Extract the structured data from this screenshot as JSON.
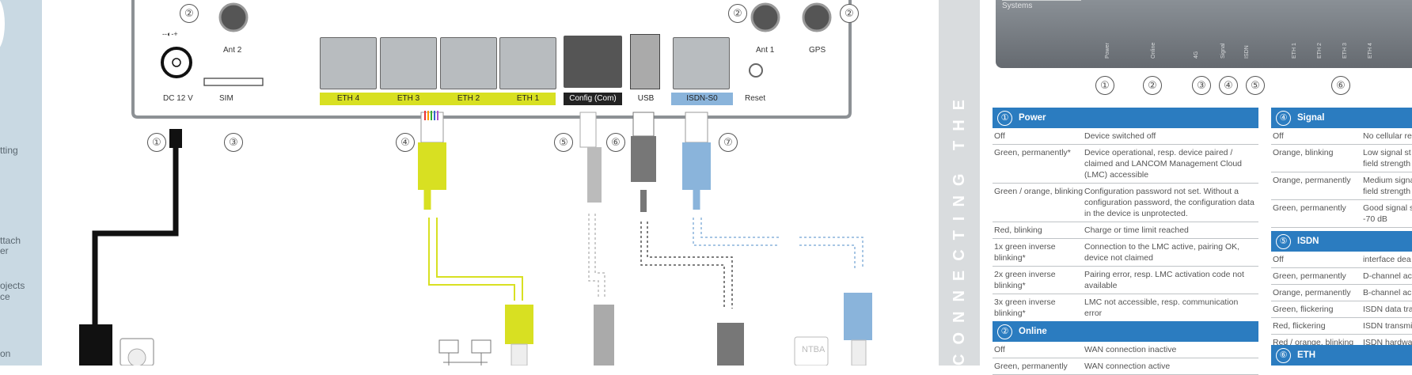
{
  "left_strip": {
    "items": [
      "tting",
      "ttach",
      "er",
      "ojects",
      "ce",
      "on"
    ]
  },
  "diagram": {
    "ant2": "Ant 2",
    "ant1": "Ant 1",
    "gps": "GPS",
    "dc": "DC 12 V",
    "sim": "SIM",
    "power_symbol": "--◐-+",
    "ports": [
      {
        "label": "ETH 4",
        "color": "#d8e022"
      },
      {
        "label": "ETH 3",
        "color": "#d8e022"
      },
      {
        "label": "ETH 2",
        "color": "#d8e022"
      },
      {
        "label": "ETH 1",
        "color": "#d8e022"
      },
      {
        "label": "Config (Com)",
        "color": "#222222"
      },
      {
        "label": "USB",
        "color": "#ffffff"
      },
      {
        "label": "ISDN-S0",
        "color": "#8ab4db"
      }
    ],
    "reset": "Reset",
    "ntba": "NTBA",
    "callouts": [
      "①",
      "②",
      "③",
      "④",
      "⑤",
      "⑥",
      "⑦"
    ]
  },
  "heading": "CONNECTING THE DEVIC",
  "device_panel": {
    "systems": "Systems",
    "leds": [
      "Power",
      "Online",
      "4G",
      "Signal",
      "ISDN",
      "ETH 1",
      "ETH 2",
      "ETH 3",
      "ETH 4"
    ],
    "numbers": [
      "①",
      "②",
      "③",
      "④",
      "⑤",
      "⑥"
    ]
  },
  "tables": {
    "power": {
      "num": "①",
      "title": "Power",
      "rows": [
        [
          "Off",
          "Device switched off"
        ],
        [
          "Green, permanently*",
          "Device operational, resp. device paired / claimed and LANCOM Management Cloud (LMC) accessible"
        ],
        [
          "Green / orange, blinking",
          "Configuration password not set. Without a configuration password, the configuration data in the device is unprotected."
        ],
        [
          "Red, blinking",
          "Charge or time limit reached"
        ],
        [
          "1x green inverse blinking*",
          "Connection to the LMC active, pairing OK, device not claimed"
        ],
        [
          "2x green inverse blinking*",
          "Pairing error, resp. LMC activation code not available"
        ],
        [
          "3x green inverse blinking*",
          "LMC not accessible, resp. communication error"
        ]
      ]
    },
    "online": {
      "num": "②",
      "title": "Online",
      "rows": [
        [
          "Off",
          "WAN connection inactive"
        ],
        [
          "Green, permanently",
          "WAN connection active"
        ]
      ]
    },
    "signal": {
      "num": "④",
      "title": "Signal",
      "rows": [
        [
          "Off",
          "No cellular re"
        ],
        [
          "Orange, blinking",
          "Low signal st field strength"
        ],
        [
          "Orange, permanently",
          "Medium signa field strength"
        ],
        [
          "Green, permanently",
          "Good signal s -70 dB"
        ]
      ]
    },
    "isdn": {
      "num": "⑤",
      "title": "ISDN",
      "rows": [
        [
          "Off",
          "interface dea"
        ],
        [
          "Green, permanently",
          "D-channel ac"
        ],
        [
          "Orange, permanently",
          "B-channel ac"
        ],
        [
          "Green, flickering",
          "ISDN data tra"
        ],
        [
          "Red, flickering",
          "ISDN transmi"
        ],
        [
          "Red / orange, blinking",
          "ISDN hardwa"
        ]
      ]
    },
    "eth": {
      "num": "⑥",
      "title": "ETH"
    }
  }
}
